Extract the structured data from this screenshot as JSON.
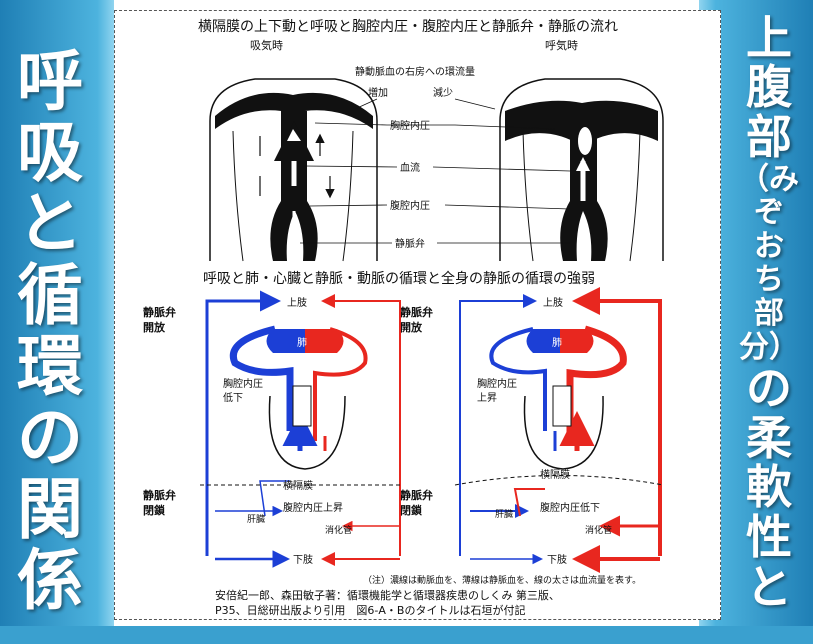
{
  "left_title": [
    "呼",
    "吸",
    "と",
    "循",
    "環",
    "の",
    "関",
    "係"
  ],
  "right_title": [
    "上",
    "腹",
    "部",
    "（み",
    "ぞ",
    "お",
    "ち",
    "部",
    "分）",
    "の",
    "柔",
    "軟",
    "性",
    "と"
  ],
  "figure_a": {
    "title": "横隔膜の上下動と呼吸と胸腔内圧・腹腔内圧と静脈弁・静脈の流れ",
    "inhale": "吸気時",
    "exhale": "呼気時",
    "venous_return": "静動脈血の右房への環流量",
    "increase": "増加",
    "decrease": "減少",
    "thoracic_pressure": "胸腔内圧",
    "blood_flow": "血流",
    "abdominal_pressure": "腹腔内圧",
    "venous_valve": "静脈弁"
  },
  "figure_b": {
    "title": "呼吸と肺・心臓と静脈・動脈の循環と全身の静脈の循環の強弱",
    "valve_open": [
      "静脈弁",
      "開放"
    ],
    "valve_closed": [
      "静脈弁",
      "閉鎖"
    ],
    "left": {
      "upper_limb": "上肢",
      "lung": "肺",
      "thoracic": [
        "胸腔内圧",
        "低下"
      ],
      "diaphragm": "横隔膜",
      "abdominal": "腹腔内圧上昇",
      "liver": "肝臓",
      "digestive": "消化管",
      "lower_limb": "下肢"
    },
    "right": {
      "upper_limb": "上肢",
      "lung": "肺",
      "thoracic": [
        "胸腔内圧",
        "上昇"
      ],
      "diaphragm": "横隔膜",
      "abdominal": "腹腔内圧低下",
      "liver": "肝臓",
      "digestive": "消化管",
      "lower_limb": "下肢"
    }
  },
  "note": "（注）濃線は動脈血を、薄線は静脈血を、線の太さは血流量を表す。",
  "citation_1": "安倍紀一郎、森田敏子著：循環機能学と循環器疾患のしくみ 第三版、",
  "citation_2": "P35、日総研出版より引用　図6-A・Bのタイトルは石垣が付記",
  "colors": {
    "artery": "#e8271f",
    "vein": "#1c3fd6",
    "accent": "#1f7fb5"
  }
}
